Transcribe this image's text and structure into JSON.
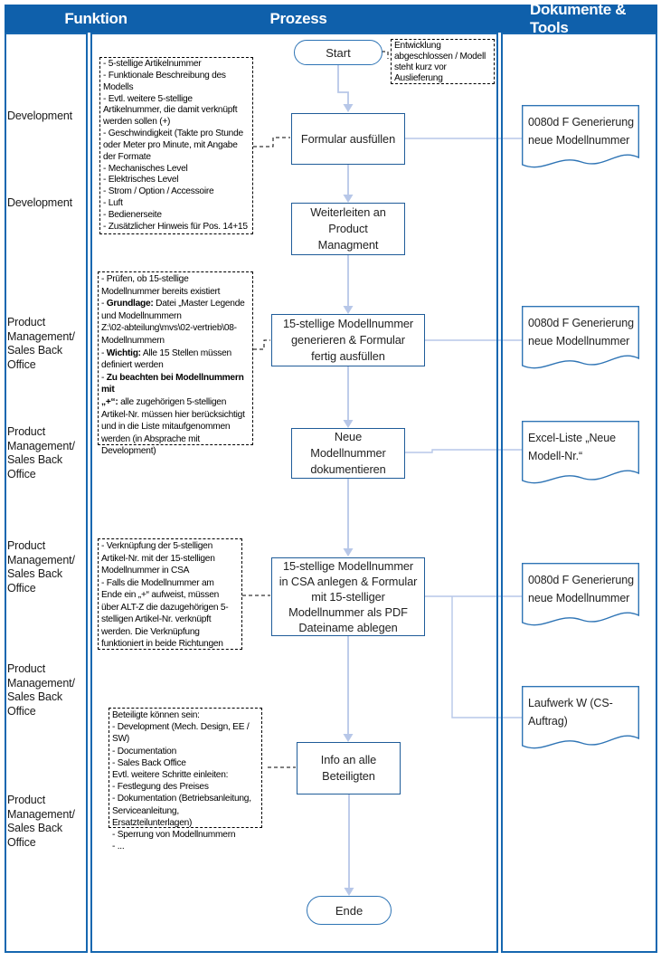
{
  "header": {
    "col1": "Funktion",
    "col2": "Prozess",
    "col3": "Dokumente & Tools"
  },
  "funktion_labels": [
    {
      "label": "Development"
    },
    {
      "label": "Development"
    },
    {
      "label": "Product\nManagement/\nSales Back Office"
    },
    {
      "label": "Product\nManagement/\nSales Back Office"
    },
    {
      "label": "Product\nManagement/\nSales Back Office"
    },
    {
      "label": "Product\nManagement/\nSales Back Office"
    },
    {
      "label": "Product\nManagement/\nSales Back Office"
    }
  ],
  "process": {
    "start": "Start",
    "end": "Ende",
    "steps": [
      {
        "label": "Formular ausfüllen"
      },
      {
        "label": "Weiterleiten an\nProduct\nManagment"
      },
      {
        "label": "15-stellige Modellnummer\ngenerieren & Formular\nfertig ausfüllen"
      },
      {
        "label": "Neue\nModellnummer\ndokumentieren"
      },
      {
        "label": "15-stellige Modellnummer\nin CSA anlegen & Formular\nmit 15-stelliger\nModellnummer als PDF\nDateiname ablegen"
      },
      {
        "label": "Info an alle\nBeteiligten"
      }
    ]
  },
  "documents": [
    {
      "label": "0080d F Generierung\nneue Modellnummer"
    },
    {
      "label": "0080d F Generierung\nneue Modellnummer"
    },
    {
      "label": "Excel-Liste „Neue\nModell-Nr.“"
    },
    {
      "label": "0080d F Generierung\nneue Modellnummer"
    },
    {
      "label": "Laufwerk W (CS-\nAuftrag)"
    }
  ],
  "annotations": [
    {
      "text": "Entwicklung\nabgeschlossen / Modell\nsteht kurz vor\nAuslieferung"
    },
    {
      "text": "- 5-stellige Artikelnummer\n- Funktionale Beschreibung des\nModells\n- Evtl. weitere 5-stellige\nArtikelnummer, die damit verknüpft\nwerden sollen (+)\n- Geschwindigkeit (Takte pro Stunde\noder Meter pro Minute, mit Angabe\nder Formate\n- Mechanisches Level\n- Elektrisches Level\n- Strom / Option / Accessoire\n- Luft\n- Bedienerseite\n- Zusätzlicher Hinweis für Pos. 14+15"
    },
    {
      "text": "- Prüfen, ob 15-stellige\nModellnummer bereits existiert\n- **Grundlage:** Datei „Master Legende\nund Modellnummern\nZ:\\02-abteilung\\mvs\\02-vertrieb\\08-\nModellnummern\n- **Wichtig:** Alle 15 Stellen müssen\ndefiniert werden\n- **Zu beachten bei Modellnummern mit**\n**„+“:** alle zugehörigen 5-stelligen\nArtikel-Nr. müssen hier berücksichtigt\nund in die Liste mitaufgenommen\nwerden (in Absprache mit\nDevelopment)"
    },
    {
      "text": "- Verknüpfung der 5-stelligen\nArtikel-Nr. mit der 15-stelligen\nModellnummer in CSA\n- Falls die Modellnummer am\nEnde ein „+“ aufweist, müssen\nüber ALT-Z die dazugehörigen 5-\nstelligen Artikel-Nr. verknüpft\nwerden. Die Verknüpfung\nfunktioniert in beide Richtungen"
    },
    {
      "text": "Beteiligte können sein:\n- Development (Mech. Design, EE / SW)\n- Documentation\n- Sales Back Office\nEvtl. weitere Schritte einleiten:\n- Festlegung des Preises\n- Dokumentation (Betriebsanleitung,\nServiceanleitung, Ersatzteilunterlagen)\n- Sperrung von Modellnummern\n- ..."
    }
  ],
  "colors": {
    "header_bg": "#0F60AB",
    "lane_border": "#1667B0",
    "box_border": "#1F5C99",
    "terminal_border": "#2E74B5",
    "doc_border": "#2E74B5",
    "connector": "#B7C7E8"
  }
}
